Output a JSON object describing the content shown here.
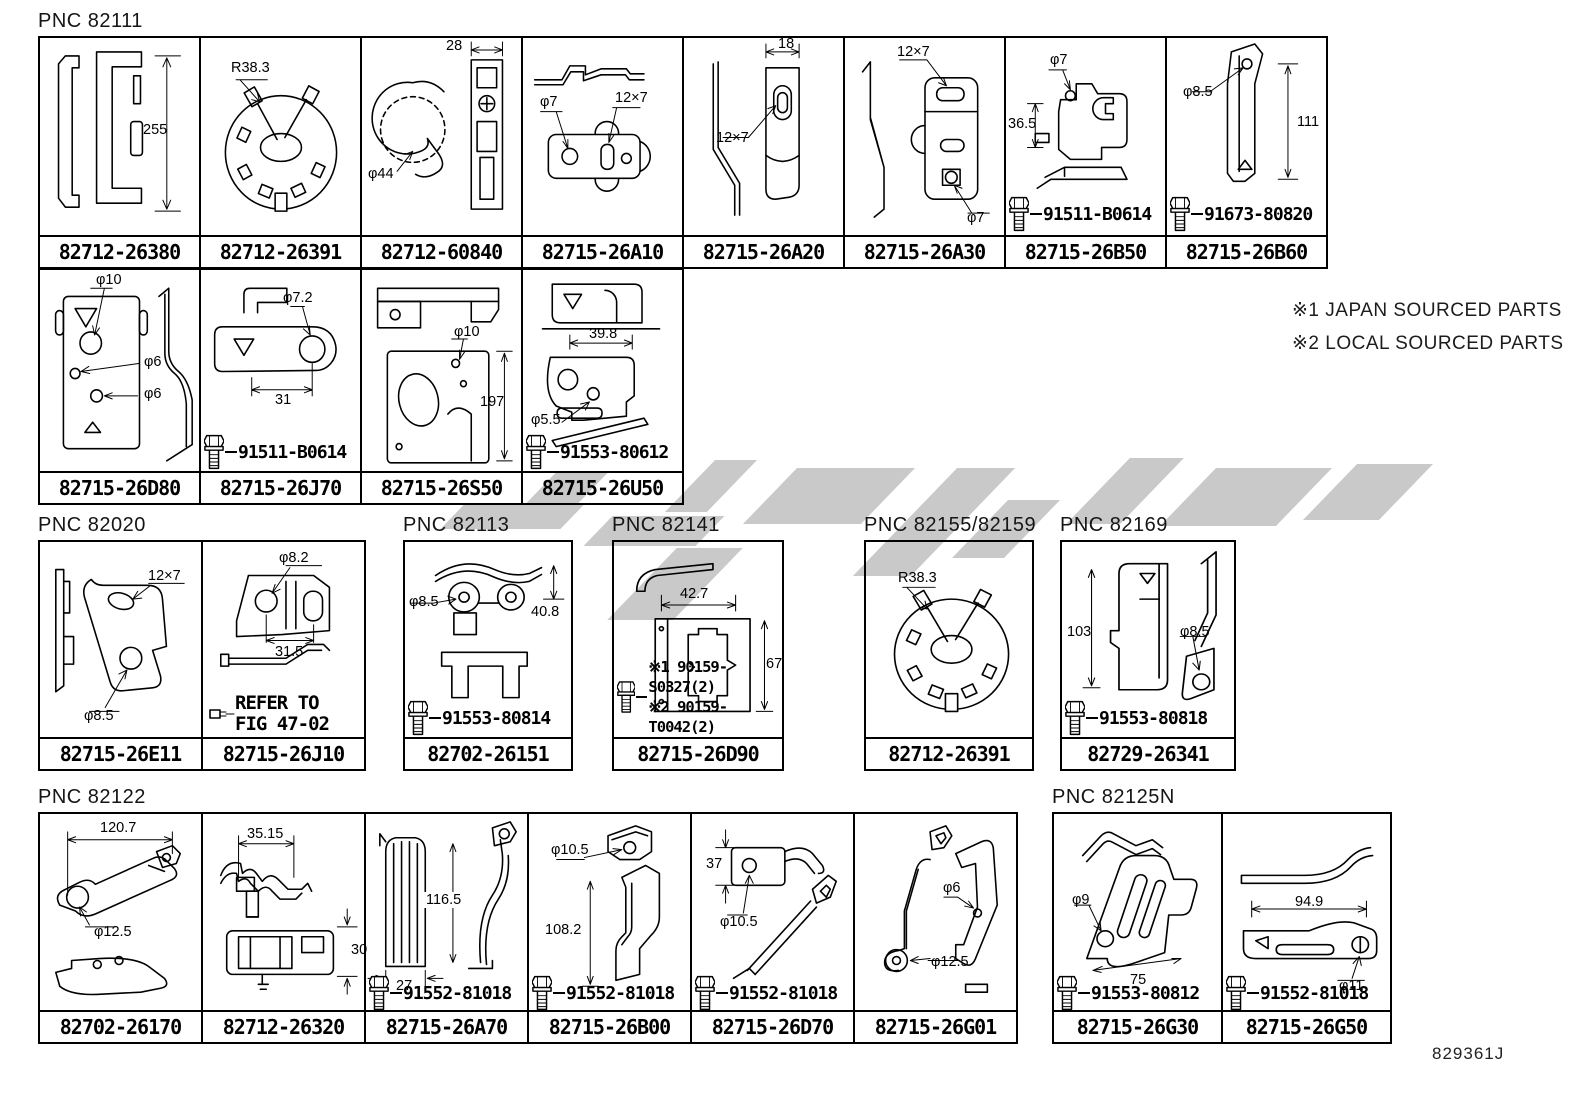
{
  "page": {
    "footer": "829361J",
    "watermark_color": "#c9c9c9",
    "line_color": "#000000"
  },
  "notes": {
    "line1": "※1 JAPAN SOURCED PARTS",
    "line2": "※2 LOCAL SOURCED PARTS"
  },
  "sections": [
    {
      "pnc": "PNC 82111",
      "cells": [
        {
          "part": "82712-26380",
          "dims": [
            "255"
          ]
        },
        {
          "part": "82712-26391",
          "dims": [
            "R38.3"
          ]
        },
        {
          "part": "82712-60840",
          "dims": [
            "28",
            "φ44"
          ]
        },
        {
          "part": "82715-26A10",
          "dims": [
            "φ7",
            "12×7"
          ]
        },
        {
          "part": "82715-26A20",
          "dims": [
            "18",
            "12×7"
          ]
        },
        {
          "part": "82715-26A30",
          "dims": [
            "12×7",
            "φ7"
          ]
        },
        {
          "part": "82715-26B50",
          "dims": [
            "φ7",
            "36.5"
          ],
          "bolt": "91511-B0614"
        },
        {
          "part": "82715-26B60",
          "dims": [
            "φ8.5",
            "111"
          ],
          "bolt": "91673-80820"
        }
      ]
    },
    {
      "pnc": "",
      "cells": [
        {
          "part": "82715-26D80",
          "dims": [
            "φ10",
            "φ6",
            "φ6"
          ]
        },
        {
          "part": "82715-26J70",
          "dims": [
            "φ7.2",
            "31"
          ],
          "bolt": "91511-B0614"
        },
        {
          "part": "82715-26S50",
          "dims": [
            "φ10",
            "197"
          ]
        },
        {
          "part": "82715-26U50",
          "dims": [
            "39.8",
            "φ5.5"
          ],
          "bolt": "91553-80612"
        }
      ]
    },
    {
      "pnc": "PNC 82020",
      "cells": [
        {
          "part": "82715-26E11",
          "dims": [
            "12×7",
            "φ8.5"
          ]
        },
        {
          "part": "82715-26J10",
          "dims": [
            "φ8.2",
            "31.5"
          ],
          "refer1": "REFER TO",
          "refer2": "FIG 47-02"
        }
      ]
    },
    {
      "pnc": "PNC 82113",
      "cells": [
        {
          "part": "82702-26151",
          "dims": [
            "φ8.5",
            "40.8"
          ],
          "bolt": "91553-80814"
        }
      ]
    },
    {
      "pnc": "PNC 82141",
      "cells": [
        {
          "part": "82715-26D90",
          "dims": [
            "42.7",
            "67"
          ],
          "note1": "※1 90159-S0327(2)",
          "note2": "※2 90159-T0042(2)"
        }
      ]
    },
    {
      "pnc": "PNC 82155/82159",
      "cells": [
        {
          "part": "82712-26391",
          "dims": [
            "R38.3"
          ]
        }
      ]
    },
    {
      "pnc": "PNC 82169",
      "cells": [
        {
          "part": "82729-26341",
          "dims": [
            "103",
            "φ8.5"
          ],
          "bolt": "91553-80818"
        }
      ]
    },
    {
      "pnc": "PNC 82122",
      "cells": [
        {
          "part": "82702-26170",
          "dims": [
            "120.7",
            "φ12.5"
          ]
        },
        {
          "part": "82712-26320",
          "dims": [
            "35.15",
            "30"
          ]
        },
        {
          "part": "82715-26A70",
          "dims": [
            "116.5",
            "27"
          ],
          "bolt": "91552-81018"
        },
        {
          "part": "82715-26B00",
          "dims": [
            "φ10.5",
            "108.2"
          ],
          "bolt": "91552-81018"
        },
        {
          "part": "82715-26D70",
          "dims": [
            "37",
            "φ10.5"
          ],
          "bolt": "91552-81018"
        },
        {
          "part": "82715-26G01",
          "dims": [
            "φ6",
            "φ12.5"
          ]
        }
      ]
    },
    {
      "pnc": "PNC 82125N",
      "cells": [
        {
          "part": "82715-26G30",
          "dims": [
            "φ9",
            "75"
          ],
          "bolt": "91553-80812"
        },
        {
          "part": "82715-26G50",
          "dims": [
            "94.9",
            "φ11"
          ],
          "bolt": "91552-81018"
        }
      ]
    }
  ]
}
